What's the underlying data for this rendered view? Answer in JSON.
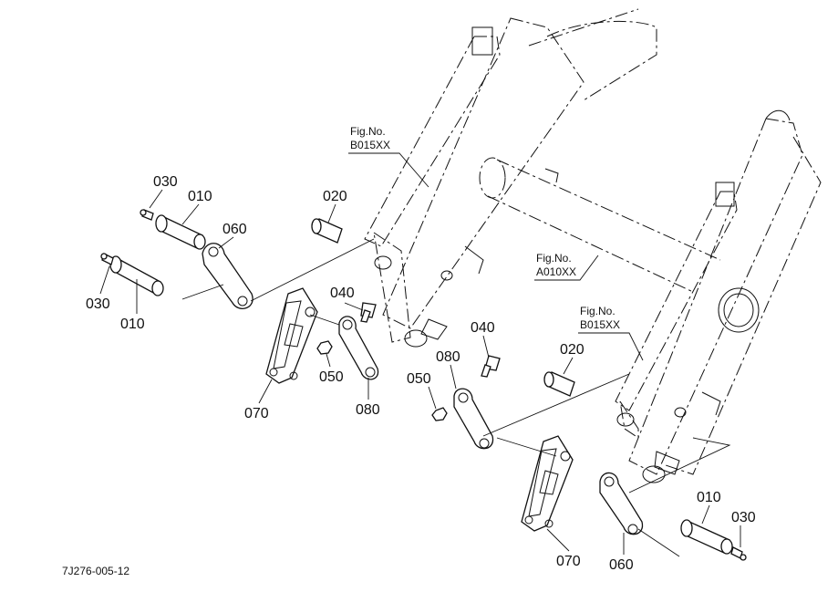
{
  "diagram": {
    "drawing_code": "7J276-005-12",
    "fig_refs": [
      {
        "line1": "Fig.No.",
        "line2": "B015XX"
      },
      {
        "line1": "Fig.No.",
        "line2": "A010XX"
      },
      {
        "line1": "Fig.No.",
        "line2": "B015XX"
      }
    ],
    "callouts": [
      "030",
      "010",
      "060",
      "030",
      "010",
      "020",
      "040",
      "050",
      "080",
      "070",
      "040",
      "080",
      "050",
      "020",
      "070",
      "060",
      "010",
      "030"
    ]
  }
}
